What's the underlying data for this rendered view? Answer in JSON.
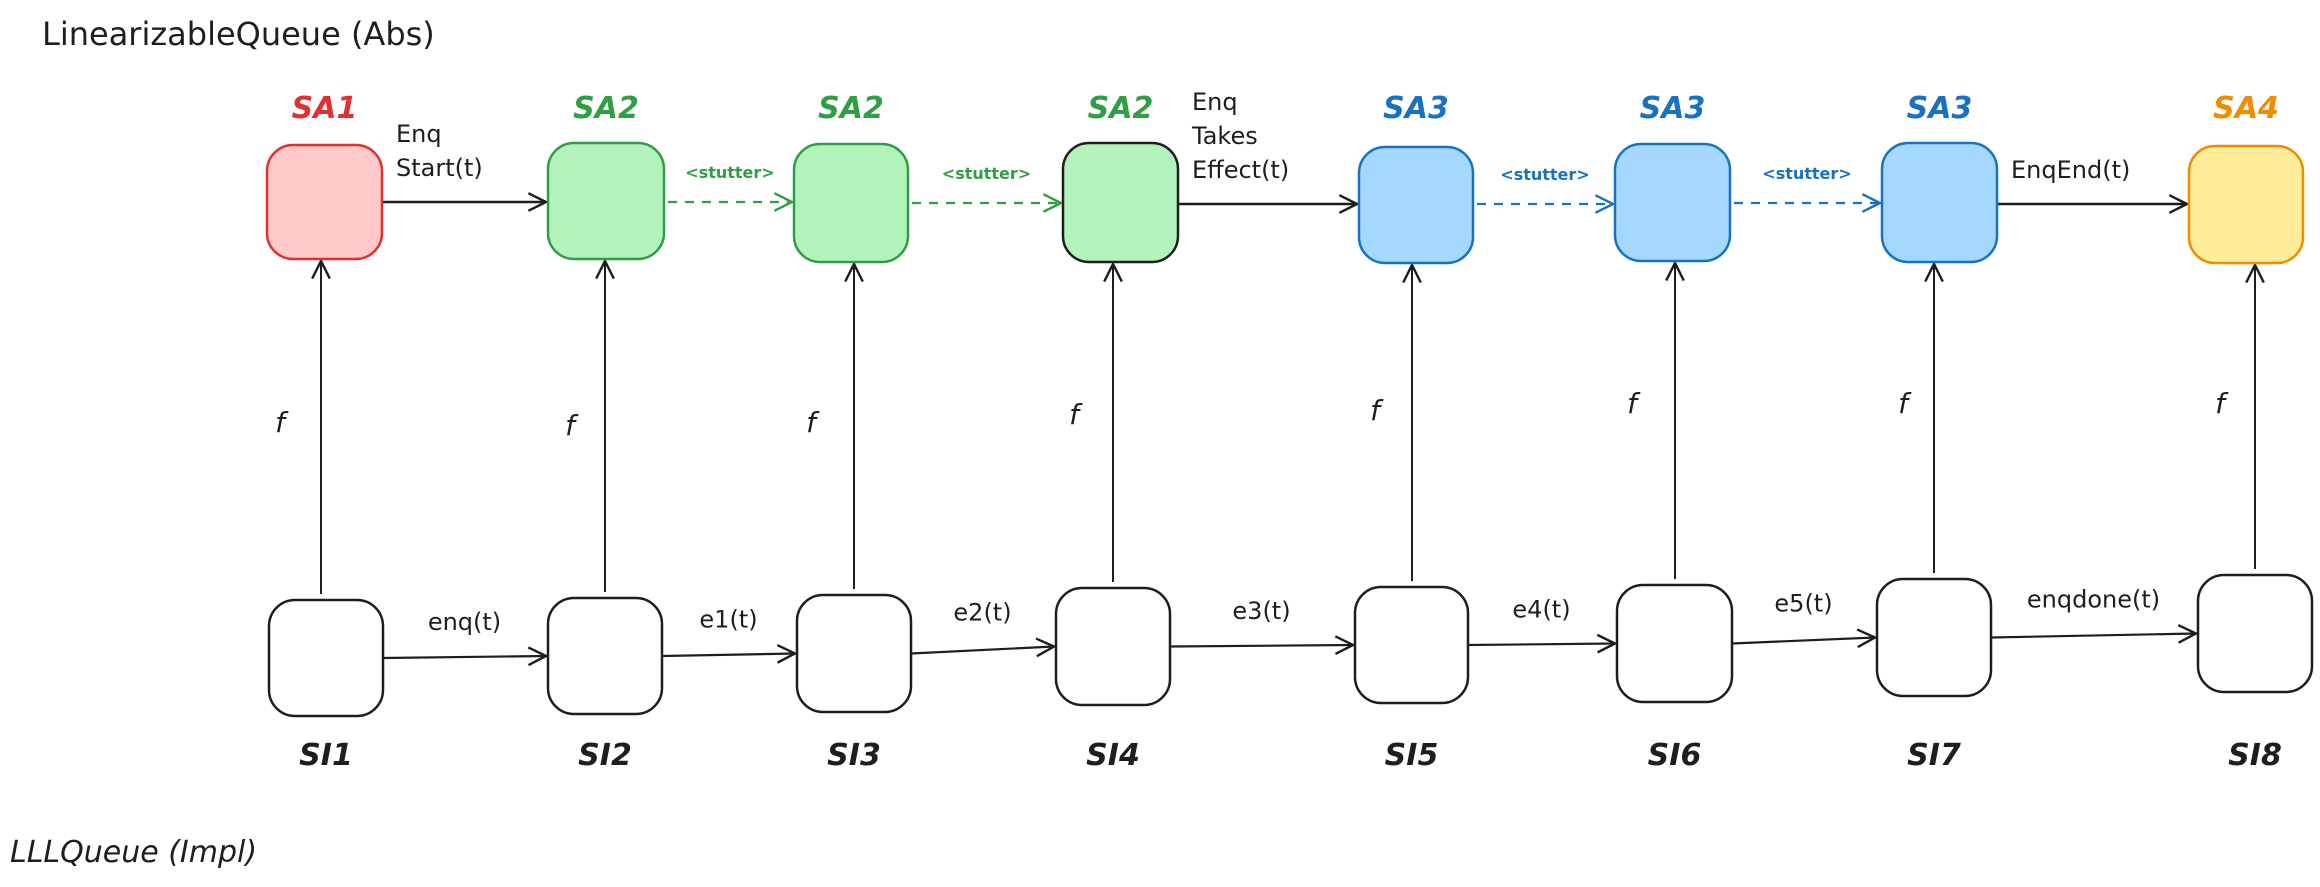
{
  "diagram": {
    "abs_title": "LinearizableQueue (Abs)",
    "impl_title": "LLLQueue (Impl)",
    "colors": {
      "stroke_default": "#1e1e1e",
      "red_stroke": "#e03131",
      "red_fill": "#ffc9c9",
      "green_stroke": "#2f9e44",
      "green_fill": "#b2f2bb",
      "blue_stroke": "#1971c2",
      "blue_fill": "#a5d8ff",
      "orange_stroke": "#f08c00",
      "orange_fill": "#ffec99",
      "impl_fill": "#ffffff"
    },
    "abstract_states": [
      {
        "label": "SA1",
        "color": "red"
      },
      {
        "label": "SA2",
        "color": "green"
      },
      {
        "label": "SA2",
        "color": "green"
      },
      {
        "label": "SA2",
        "color": "green",
        "outline": "black"
      },
      {
        "label": "SA3",
        "color": "blue"
      },
      {
        "label": "SA3",
        "color": "blue"
      },
      {
        "label": "SA3",
        "color": "blue"
      },
      {
        "label": "SA4",
        "color": "orange"
      }
    ],
    "abstract_transitions": [
      {
        "from": 0,
        "to": 1,
        "label_lines": [
          "Enq",
          "Start(t)"
        ],
        "style": "solid",
        "color": "default"
      },
      {
        "from": 1,
        "to": 2,
        "label_lines": [
          "<stutter>"
        ],
        "style": "dashed",
        "color": "green"
      },
      {
        "from": 2,
        "to": 3,
        "label_lines": [
          "<stutter>"
        ],
        "style": "dashed",
        "color": "green"
      },
      {
        "from": 3,
        "to": 4,
        "label_lines": [
          "Enq",
          "Takes",
          "Effect(t)"
        ],
        "style": "solid",
        "color": "default"
      },
      {
        "from": 4,
        "to": 5,
        "label_lines": [
          "<stutter>"
        ],
        "style": "dashed",
        "color": "blue"
      },
      {
        "from": 5,
        "to": 6,
        "label_lines": [
          "<stutter>"
        ],
        "style": "dashed",
        "color": "blue"
      },
      {
        "from": 6,
        "to": 7,
        "label_lines": [
          "EnqEnd(t)"
        ],
        "style": "solid",
        "color": "default"
      }
    ],
    "impl_states": [
      {
        "label": "SI1"
      },
      {
        "label": "SI2"
      },
      {
        "label": "SI3"
      },
      {
        "label": "SI4"
      },
      {
        "label": "SI5"
      },
      {
        "label": "SI6"
      },
      {
        "label": "SI7"
      },
      {
        "label": "SI8"
      }
    ],
    "impl_transitions": [
      {
        "from": 0,
        "to": 1,
        "label": "enq(t)"
      },
      {
        "from": 1,
        "to": 2,
        "label": "e1(t)"
      },
      {
        "from": 2,
        "to": 3,
        "label": "e2(t)"
      },
      {
        "from": 3,
        "to": 4,
        "label": "e3(t)"
      },
      {
        "from": 4,
        "to": 5,
        "label": "e4(t)"
      },
      {
        "from": 5,
        "to": 6,
        "label": "e5(t)"
      },
      {
        "from": 6,
        "to": 7,
        "label": "enqdone(t)"
      }
    ],
    "mapping_label": "f"
  }
}
